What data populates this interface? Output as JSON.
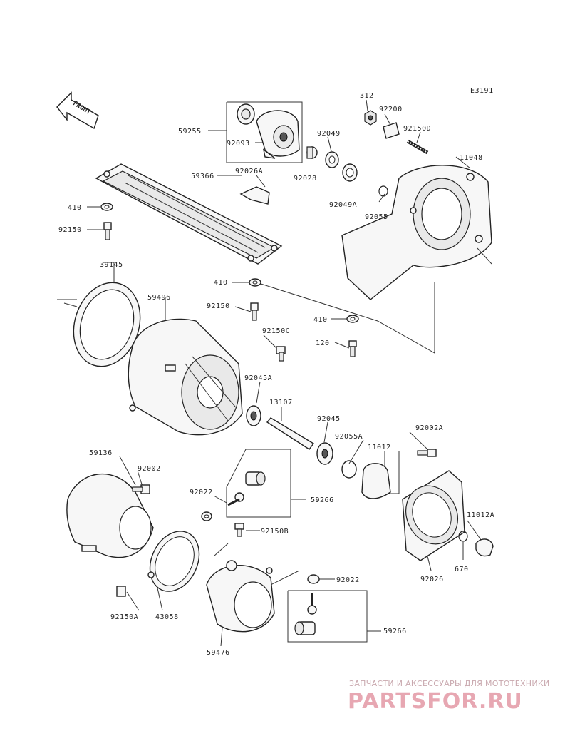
{
  "diagram": {
    "code": "E3191",
    "front_label": "FRONT",
    "labels": {
      "l312": "312",
      "l92200": "92200",
      "l92150D": "92150D",
      "l11048": "11048",
      "l59255": "59255",
      "l92093": "92093",
      "l92049": "92049",
      "l92028": "92028",
      "l59366": "59366",
      "l92026A": "92026A",
      "l92049A": "92049A",
      "l92055": "92055",
      "l410a": "410",
      "l92150a": "92150",
      "l39145": "39145",
      "l410b": "410",
      "l59496": "59496",
      "l92150b": "92150",
      "l92150C": "92150C",
      "l410c": "410",
      "l120": "120",
      "l92045A": "92045A",
      "l13107": "13107",
      "l92045": "92045",
      "l92055A": "92055A",
      "l11012": "11012",
      "l92002A": "92002A",
      "l59136": "59136",
      "l92002": "92002",
      "l92022a": "92022",
      "l59266a": "59266",
      "l92150B": "92150B",
      "l11012A": "11012A",
      "l670": "670",
      "l92026": "92026",
      "l92150A": "92150A",
      "l43058": "43058",
      "l92022b": "92022",
      "l59266b": "59266",
      "l59476": "59476"
    }
  },
  "watermark": {
    "tagline": "ЗАПЧАСТИ И АКСЕССУАРЫ ДЛЯ МОТОТЕХНИКИ",
    "logo": "PARTSFOR.RU"
  }
}
